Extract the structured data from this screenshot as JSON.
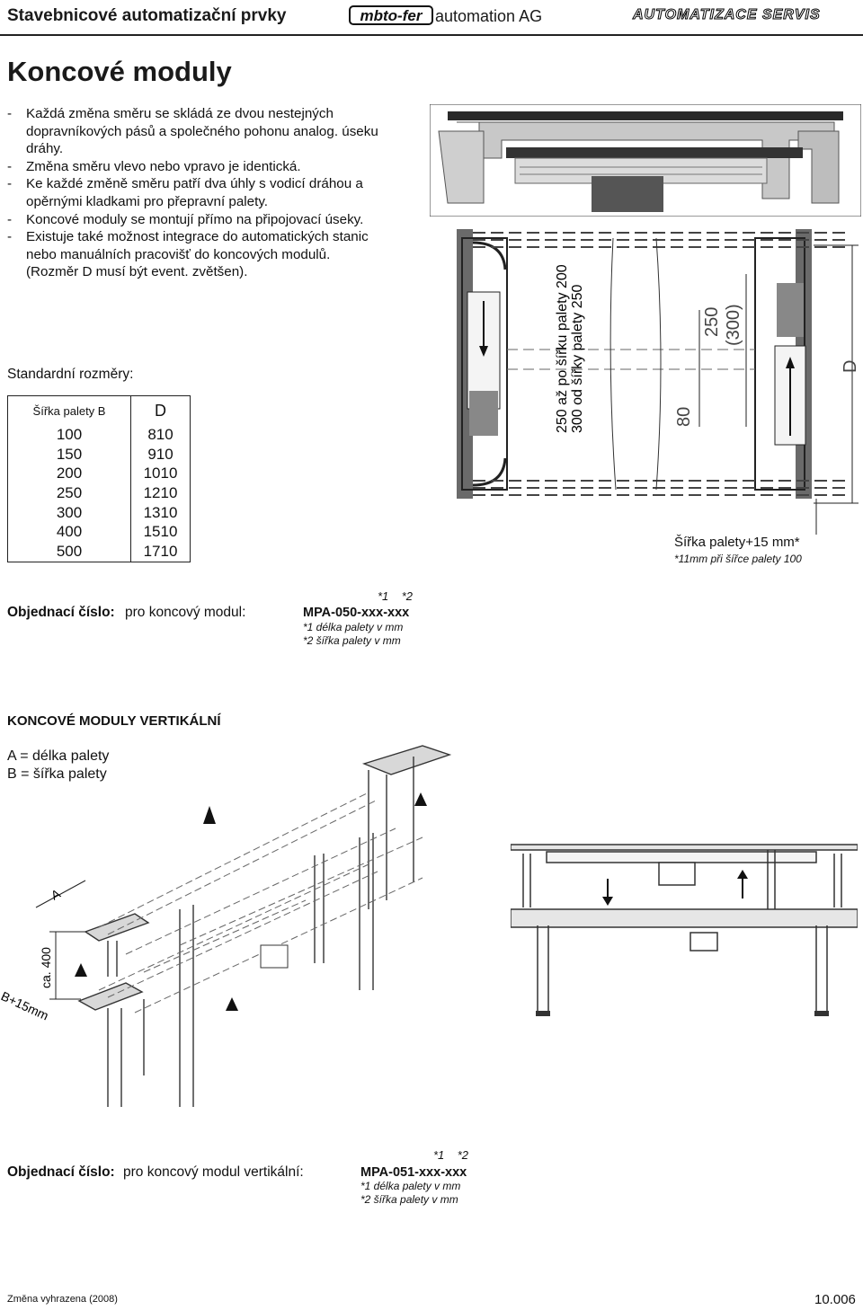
{
  "header": {
    "left_title": "Stavebnicové automatizační prvky",
    "logo_text": "mbto-fer",
    "company": "automation AG",
    "right_brand": "AUTOMATIZACE SERVIS"
  },
  "page_title": "Koncové moduly",
  "bullets": [
    "Každá změna směru se skládá ze dvou nestejných dopravníkových pásů a společného pohonu analog. úseku dráhy.",
    "Změna směru vlevo nebo vpravo je identická.",
    "Ke každé změně směru patří dva úhly s vodicí dráhou a opěrnými kladkami pro přepravní palety.",
    "Koncové moduly se montují přímo na připojovací úseky.",
    "Existuje také možnost integrace do automatických stanic nebo manuálních pracovišť do koncových modulů. (Rozměr D musí být event. zvětšen)."
  ],
  "standard_dims": {
    "label": "Standardní rozměry:",
    "col_b": "Šířka palety B",
    "col_d": "D",
    "rows": [
      [
        "100",
        "810"
      ],
      [
        "150",
        "910"
      ],
      [
        "200",
        "1010"
      ],
      [
        "250",
        "1210"
      ],
      [
        "300",
        "1310"
      ],
      [
        "400",
        "1510"
      ],
      [
        "500",
        "1710"
      ]
    ]
  },
  "drawing": {
    "vertical_note_1": "250 až po šířku palety 200",
    "vertical_note_2": "300 od šířky palety 250",
    "dim_80": "80",
    "dim_250": "250",
    "dim_300": "(300)",
    "dim_d": "D",
    "width_label": "Šířka palety+15 mm*",
    "width_note": "*11mm při šířce palety 100"
  },
  "order1": {
    "label": "Objednací číslo:",
    "text": "pro koncový modul:",
    "marks": "*1    *2",
    "code": "MPA-050-xxx-xxx",
    "note1": "*1 délka palety v mm",
    "note2": "*2 šířka palety v mm"
  },
  "vertical_section": {
    "title": "KONCOVÉ MODULY VERTIKÁLNÍ",
    "def_a": "A = délka palety",
    "def_b": "B = šířka palety",
    "iso_a": "A",
    "iso_ca": "ca. 400",
    "iso_b": "B+15mm"
  },
  "order2": {
    "label": "Objednací číslo:",
    "text": "pro koncový modul vertikální:",
    "marks": "*1    *2",
    "code": "MPA-051-xxx-xxx",
    "note1": "*1 délka palety v mm",
    "note2": "*2 šířka palety v mm"
  },
  "footer": {
    "left": "Změna vyhrazena (2008)",
    "right": "10.006"
  }
}
